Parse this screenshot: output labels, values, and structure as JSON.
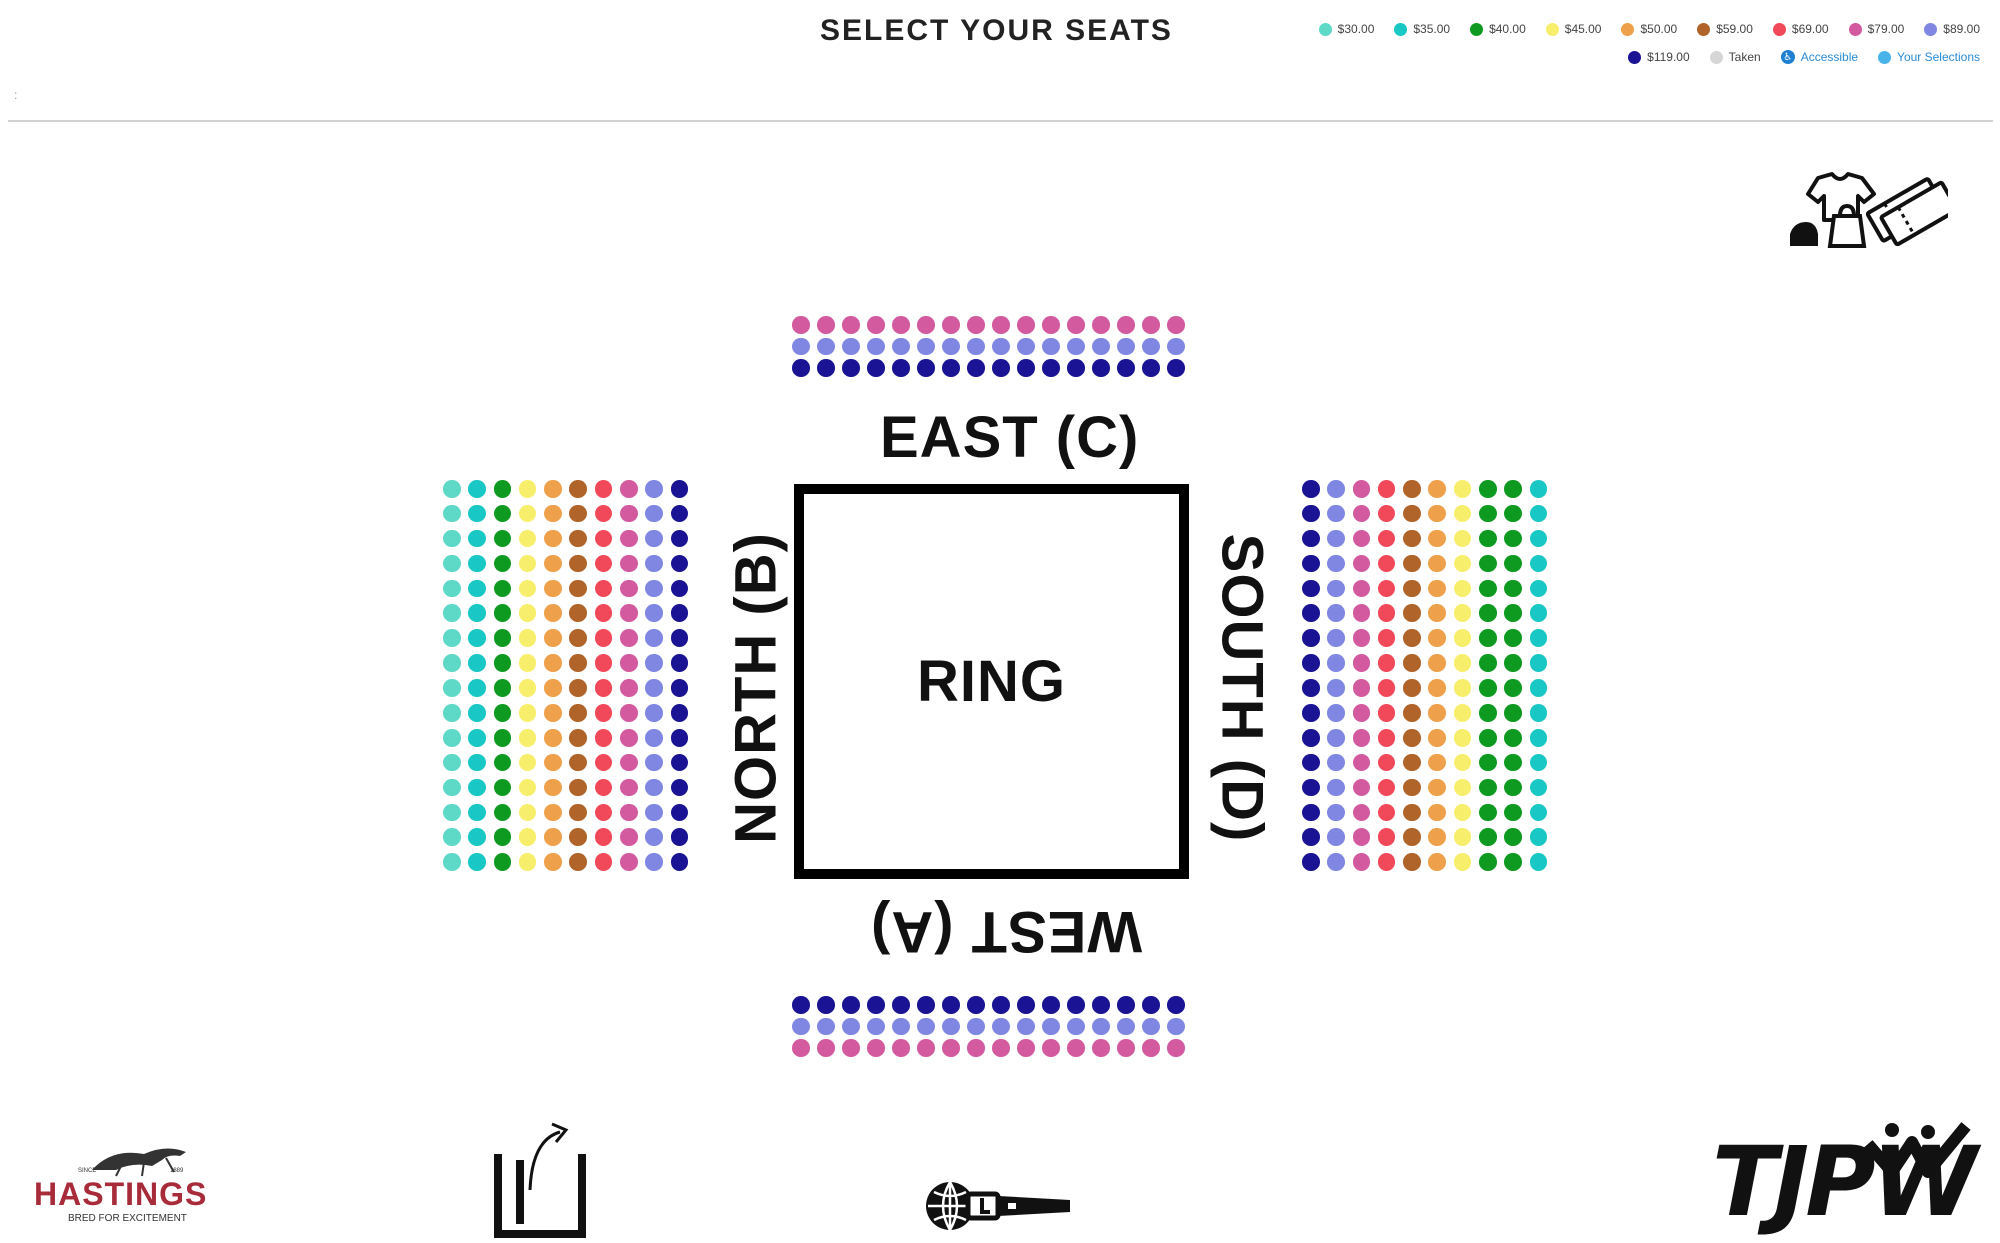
{
  "header": {
    "title": "SELECT YOUR SEATS",
    "colon": ":"
  },
  "legend": {
    "row1": [
      {
        "label": "$30.00",
        "color": "#5ed8c7"
      },
      {
        "label": "$35.00",
        "color": "#19c7c4"
      },
      {
        "label": "$40.00",
        "color": "#0e9a20"
      },
      {
        "label": "$45.00",
        "color": "#f7ee6b"
      },
      {
        "label": "$50.00",
        "color": "#efa04a"
      },
      {
        "label": "$59.00",
        "color": "#b0642a"
      },
      {
        "label": "$69.00",
        "color": "#f2495a"
      },
      {
        "label": "$79.00",
        "color": "#d45aa0"
      },
      {
        "label": "$89.00",
        "color": "#7f87e2"
      }
    ],
    "row2": [
      {
        "label": "$119.00",
        "color": "#1a1394",
        "kind": "swatch"
      },
      {
        "label": "Taken",
        "color": "#d6d6d6",
        "kind": "swatch"
      },
      {
        "label": "Accessible",
        "color": "#1f7fd2",
        "kind": "accessible-icon"
      },
      {
        "label": "Your Selections",
        "color": "#49b4ea",
        "kind": "swatch"
      }
    ]
  },
  "venue": {
    "ring_label": "RING",
    "east_label": "EAST (C)",
    "west_label": "WEST (A)",
    "north_label": "NORTH (B)",
    "south_label": "SOUTH (D)"
  },
  "sections": {
    "east": {
      "rows": [
        "#d45aa0",
        "#7f87e2",
        "#1a1394"
      ],
      "seats_per_row": 16
    },
    "west": {
      "rows": [
        "#1a1394",
        "#7f87e2",
        "#d45aa0"
      ],
      "seats_per_row": 16
    },
    "north": {
      "columns": [
        "#5ed8c7",
        "#19c7c4",
        "#0e9a20",
        "#f7ee6b",
        "#efa04a",
        "#b0642a",
        "#f2495a",
        "#d45aa0",
        "#7f87e2",
        "#1a1394"
      ],
      "rows": 16
    },
    "south": {
      "columns": [
        "#1a1394",
        "#7f87e2",
        "#d45aa0",
        "#f2495a",
        "#b0642a",
        "#efa04a",
        "#f7ee6b",
        "#0e9a20",
        "#0e9a20",
        "#19c7c4"
      ],
      "rows": 16
    }
  },
  "logos": {
    "hastings_small_left": "SINCE",
    "hastings_small_right": "1889",
    "hastings_name": "HASTINGS",
    "hastings_tagline": "BRED FOR EXCITEMENT",
    "tjpw": "TJPW"
  },
  "icons": [
    "merchandise-icon",
    "ticket-icon",
    "entrance-icon",
    "media-microphone-icon"
  ]
}
